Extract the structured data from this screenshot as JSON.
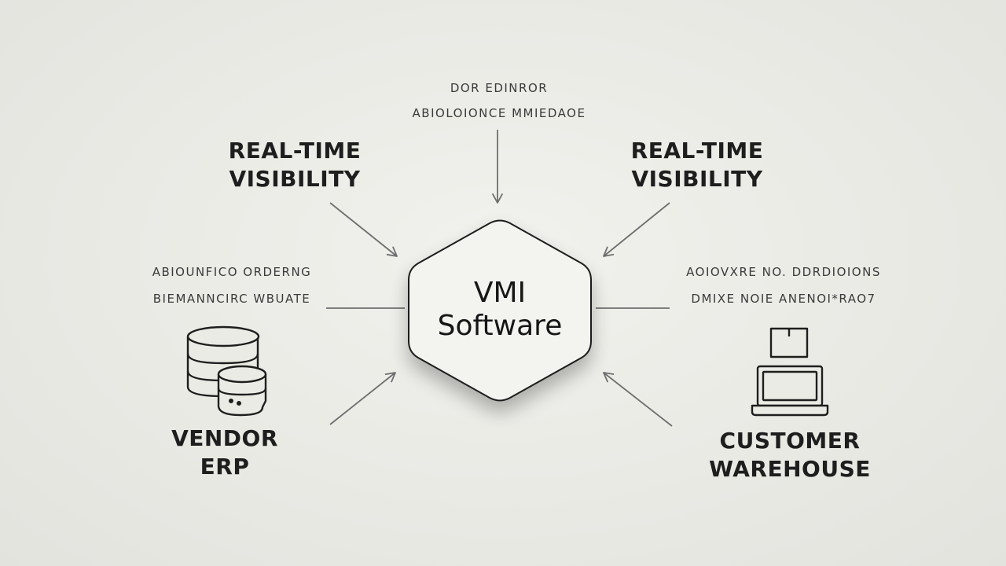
{
  "center": {
    "line1": "VMI",
    "line2": "Software"
  },
  "top_note": {
    "line1": "DOR EDINROR",
    "line2": "ABIOLOIONCE MMIEDAOE"
  },
  "top_left": {
    "line1": "REAL-TIME",
    "line2": "VISIBILITY"
  },
  "top_right": {
    "line1": "REAL-TIME",
    "line2": "VISIBILITY"
  },
  "left_note": {
    "line1": "ABIOUNFICO ORDERNG",
    "line2": "BIEMANNCIRC WBUATE"
  },
  "right_note": {
    "line1": "AOIOVXRE NO. DDRDIOIONS",
    "line2": "DMIXE NOIE ANENOI*RAO7"
  },
  "bottom_left": {
    "line1": "VENDOR",
    "line2": "ERP"
  },
  "bottom_right": {
    "line1": "CUSTOMER",
    "line2": "WAREHOUSE"
  },
  "icons": {
    "left": "database-icon",
    "right": "laptop-box-icon"
  },
  "colors": {
    "stroke": "#1e1e1e",
    "arrow": "#6e6e6e",
    "background": "#ebebe6",
    "hexagon_fill": "#f3f3f0"
  }
}
